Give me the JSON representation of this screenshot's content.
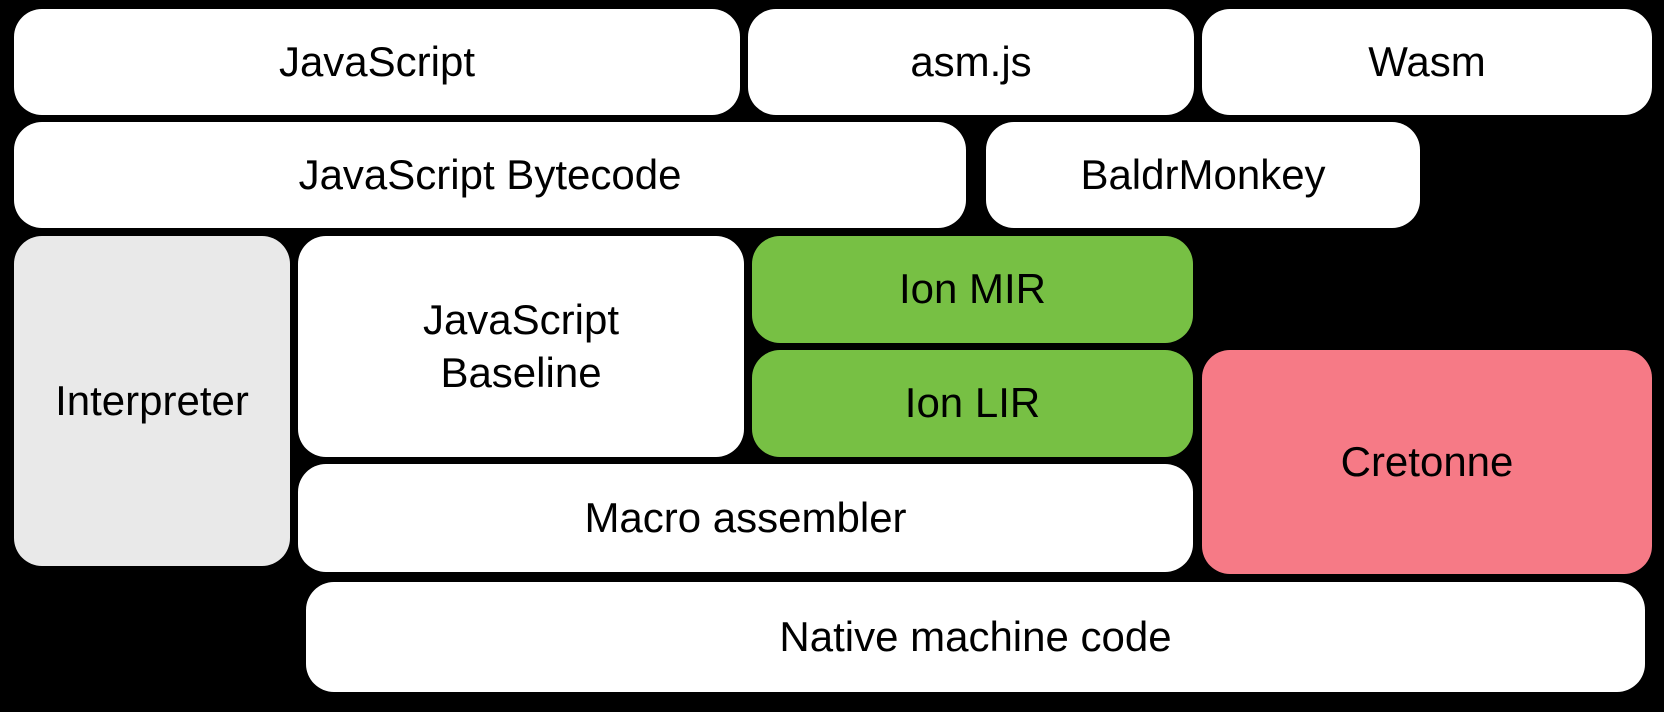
{
  "diagram": {
    "colors": {
      "background": "#000000",
      "text": "#000000",
      "white": "#ffffff",
      "gray": "#e9e9e9",
      "green": "#77c044",
      "pink": "#f67a86"
    },
    "boxes": [
      {
        "id": "javascript",
        "label": "JavaScript",
        "color": "white"
      },
      {
        "id": "asmjs",
        "label": "asm.js",
        "color": "white"
      },
      {
        "id": "wasm",
        "label": "Wasm",
        "color": "white"
      },
      {
        "id": "javascript-bytecode",
        "label": "JavaScript Bytecode",
        "color": "white"
      },
      {
        "id": "baldrmonkey",
        "label": "BaldrMonkey",
        "color": "white"
      },
      {
        "id": "interpreter",
        "label": "Interpreter",
        "color": "gray"
      },
      {
        "id": "javascript-baseline",
        "label": "JavaScript\nBaseline",
        "color": "white"
      },
      {
        "id": "ion-mir",
        "label": "Ion MIR",
        "color": "green"
      },
      {
        "id": "ion-lir",
        "label": "Ion LIR",
        "color": "green"
      },
      {
        "id": "cretonne",
        "label": "Cretonne",
        "color": "pink"
      },
      {
        "id": "macro-assembler",
        "label": "Macro assembler",
        "color": "white"
      },
      {
        "id": "native-machine-code",
        "label": "Native machine code",
        "color": "white"
      }
    ]
  }
}
